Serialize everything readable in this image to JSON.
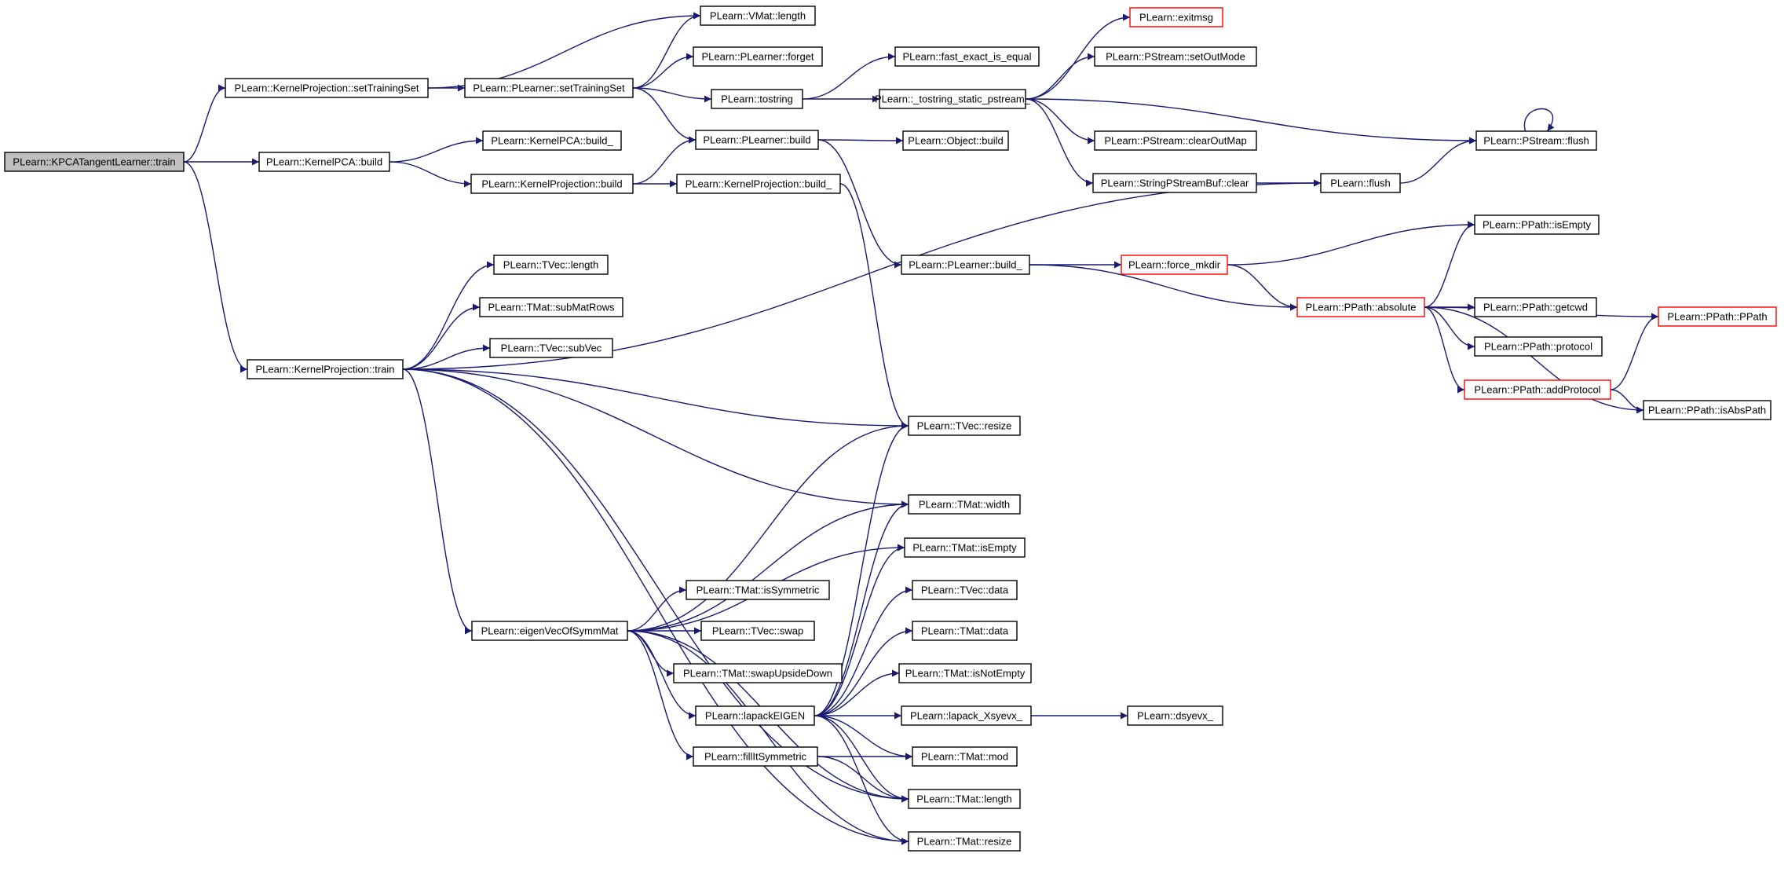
{
  "colors": {
    "edge": "#191970",
    "node_border": "#000000",
    "truncated_border": "#ff0000",
    "root_fill": "#bfbfbf",
    "node_fill": "#ffffff"
  },
  "nodes": [
    {
      "id": "kpca_train",
      "label": "PLearn::KPCATangentLearner::train",
      "style": "root"
    },
    {
      "id": "kp_setTraining",
      "label": "PLearn::KernelProjection::setTrainingSet"
    },
    {
      "id": "kpca_build",
      "label": "PLearn::KernelPCA::build"
    },
    {
      "id": "kp_train",
      "label": "PLearn::KernelProjection::train"
    },
    {
      "id": "pl_setTraining",
      "label": "PLearn::PLearner::setTrainingSet"
    },
    {
      "id": "vmat_length",
      "label": "PLearn::VMat::length"
    },
    {
      "id": "pl_forget",
      "label": "PLearn::PLearner::forget"
    },
    {
      "id": "tostring",
      "label": "PLearn::tostring"
    },
    {
      "id": "pl_build",
      "label": "PLearn::PLearner::build"
    },
    {
      "id": "kpca_build_",
      "label": "PLearn::KernelPCA::build_"
    },
    {
      "id": "kp_build",
      "label": "PLearn::KernelProjection::build"
    },
    {
      "id": "kp_build_",
      "label": "PLearn::KernelProjection::build_"
    },
    {
      "id": "fast_exact",
      "label": "PLearn::fast_exact_is_equal"
    },
    {
      "id": "tostring_static",
      "label": "PLearn::_tostring_static_pstream_"
    },
    {
      "id": "object_build",
      "label": "PLearn::Object::build"
    },
    {
      "id": "exitmsg",
      "label": "PLearn::exitmsg",
      "style": "truncated"
    },
    {
      "id": "ps_setOutMode",
      "label": "PLearn::PStream::setOutMode"
    },
    {
      "id": "ps_clearOutMap",
      "label": "PLearn::PStream::clearOutMap"
    },
    {
      "id": "spsb_clear",
      "label": "PLearn::StringPStreamBuf::clear"
    },
    {
      "id": "flush",
      "label": "PLearn::flush"
    },
    {
      "id": "ps_flush",
      "label": "PLearn::PStream::flush"
    },
    {
      "id": "pl_build_",
      "label": "PLearn::PLearner::build_"
    },
    {
      "id": "force_mkdir",
      "label": "PLearn::force_mkdir",
      "style": "truncated"
    },
    {
      "id": "pp_isEmpty",
      "label": "PLearn::PPath::isEmpty"
    },
    {
      "id": "pp_absolute",
      "label": "PLearn::PPath::absolute",
      "style": "truncated"
    },
    {
      "id": "pp_getcwd",
      "label": "PLearn::PPath::getcwd"
    },
    {
      "id": "pp_protocol",
      "label": "PLearn::PPath::protocol"
    },
    {
      "id": "pp_addProtocol",
      "label": "PLearn::PPath::addProtocol",
      "style": "truncated"
    },
    {
      "id": "pp_PPath",
      "label": "PLearn::PPath::PPath",
      "style": "truncated"
    },
    {
      "id": "pp_isAbsPath",
      "label": "PLearn::PPath::isAbsPath"
    },
    {
      "id": "tvec_length",
      "label": "PLearn::TVec::length"
    },
    {
      "id": "tmat_subMatRows",
      "label": "PLearn::TMat::subMatRows"
    },
    {
      "id": "tvec_subVec",
      "label": "PLearn::TVec::subVec"
    },
    {
      "id": "tvec_resize",
      "label": "PLearn::TVec::resize"
    },
    {
      "id": "tmat_width",
      "label": "PLearn::TMat::width"
    },
    {
      "id": "tmat_isEmpty",
      "label": "PLearn::TMat::isEmpty"
    },
    {
      "id": "tvec_data",
      "label": "PLearn::TVec::data"
    },
    {
      "id": "tmat_data",
      "label": "PLearn::TMat::data"
    },
    {
      "id": "tmat_isNotEmpty",
      "label": "PLearn::TMat::isNotEmpty"
    },
    {
      "id": "lapack_Xsyevx",
      "label": "PLearn::lapack_Xsyevx_"
    },
    {
      "id": "dsyevx",
      "label": "PLearn::dsyevx_"
    },
    {
      "id": "tmat_mod",
      "label": "PLearn::TMat::mod"
    },
    {
      "id": "tmat_length",
      "label": "PLearn::TMat::length"
    },
    {
      "id": "tmat_resize",
      "label": "PLearn::TMat::resize"
    },
    {
      "id": "eigenVec",
      "label": "PLearn::eigenVecOfSymmMat"
    },
    {
      "id": "tmat_isSymmetric",
      "label": "PLearn::TMat::isSymmetric"
    },
    {
      "id": "tvec_swap",
      "label": "PLearn::TVec::swap"
    },
    {
      "id": "tmat_swapUpsideDown",
      "label": "PLearn::TMat::swapUpsideDown"
    },
    {
      "id": "lapackEIGEN",
      "label": "PLearn::lapackEIGEN"
    },
    {
      "id": "fillItSymmetric",
      "label": "PLearn::fillItSymmetric"
    }
  ],
  "edges": [
    [
      "kpca_train",
      "kp_setTraining"
    ],
    [
      "kpca_train",
      "kpca_build"
    ],
    [
      "kpca_train",
      "kp_train"
    ],
    [
      "kp_setTraining",
      "vmat_length"
    ],
    [
      "kp_setTraining",
      "pl_setTraining"
    ],
    [
      "pl_setTraining",
      "vmat_length"
    ],
    [
      "pl_setTraining",
      "pl_forget"
    ],
    [
      "pl_setTraining",
      "tostring"
    ],
    [
      "pl_setTraining",
      "pl_build"
    ],
    [
      "tostring",
      "fast_exact"
    ],
    [
      "tostring",
      "tostring_static"
    ],
    [
      "tostring_static",
      "exitmsg"
    ],
    [
      "tostring_static",
      "ps_setOutMode"
    ],
    [
      "tostring_static",
      "ps_flush"
    ],
    [
      "tostring_static",
      "ps_clearOutMap"
    ],
    [
      "tostring_static",
      "spsb_clear"
    ],
    [
      "ps_flush",
      "ps_flush"
    ],
    [
      "spsb_clear",
      "flush"
    ],
    [
      "flush",
      "ps_flush"
    ],
    [
      "pl_build",
      "object_build"
    ],
    [
      "pl_build",
      "pl_build_"
    ],
    [
      "kpca_build",
      "kpca_build_"
    ],
    [
      "kpca_build",
      "kp_build"
    ],
    [
      "kp_build",
      "pl_build"
    ],
    [
      "kp_build",
      "kp_build_"
    ],
    [
      "kp_build_",
      "tvec_resize"
    ],
    [
      "pl_build_",
      "force_mkdir"
    ],
    [
      "pl_build_",
      "pp_absolute"
    ],
    [
      "force_mkdir",
      "pp_isEmpty"
    ],
    [
      "force_mkdir",
      "pp_absolute"
    ],
    [
      "pp_absolute",
      "pp_isEmpty"
    ],
    [
      "pp_absolute",
      "pp_PPath"
    ],
    [
      "pp_absolute",
      "pp_getcwd"
    ],
    [
      "pp_absolute",
      "pp_protocol"
    ],
    [
      "pp_absolute",
      "pp_addProtocol"
    ],
    [
      "pp_absolute",
      "pp_isAbsPath"
    ],
    [
      "pp_addProtocol",
      "pp_PPath"
    ],
    [
      "pp_addProtocol",
      "pp_isAbsPath"
    ],
    [
      "kp_train",
      "flush"
    ],
    [
      "kp_train",
      "tvec_length"
    ],
    [
      "kp_train",
      "tmat_subMatRows"
    ],
    [
      "kp_train",
      "tvec_subVec"
    ],
    [
      "kp_train",
      "tvec_resize"
    ],
    [
      "kp_train",
      "tmat_width"
    ],
    [
      "kp_train",
      "eigenVec"
    ],
    [
      "kp_train",
      "tmat_length"
    ],
    [
      "kp_train",
      "tmat_resize"
    ],
    [
      "eigenVec",
      "tvec_resize"
    ],
    [
      "eigenVec",
      "tmat_width"
    ],
    [
      "eigenVec",
      "tmat_isEmpty"
    ],
    [
      "eigenVec",
      "tmat_isSymmetric"
    ],
    [
      "eigenVec",
      "tvec_swap"
    ],
    [
      "eigenVec",
      "tmat_swapUpsideDown"
    ],
    [
      "eigenVec",
      "lapackEIGEN"
    ],
    [
      "eigenVec",
      "fillItSymmetric"
    ],
    [
      "eigenVec",
      "tmat_length"
    ],
    [
      "eigenVec",
      "tmat_resize"
    ],
    [
      "lapackEIGEN",
      "tvec_resize"
    ],
    [
      "lapackEIGEN",
      "tmat_width"
    ],
    [
      "lapackEIGEN",
      "tmat_isEmpty"
    ],
    [
      "lapackEIGEN",
      "tvec_data"
    ],
    [
      "lapackEIGEN",
      "tmat_data"
    ],
    [
      "lapackEIGEN",
      "tmat_isNotEmpty"
    ],
    [
      "lapackEIGEN",
      "lapack_Xsyevx"
    ],
    [
      "lapackEIGEN",
      "tmat_mod"
    ],
    [
      "lapackEIGEN",
      "tmat_length"
    ],
    [
      "lapackEIGEN",
      "tmat_resize"
    ],
    [
      "lapack_Xsyevx",
      "dsyevx"
    ],
    [
      "fillItSymmetric",
      "tmat_mod"
    ],
    [
      "fillItSymmetric",
      "tmat_length"
    ]
  ]
}
